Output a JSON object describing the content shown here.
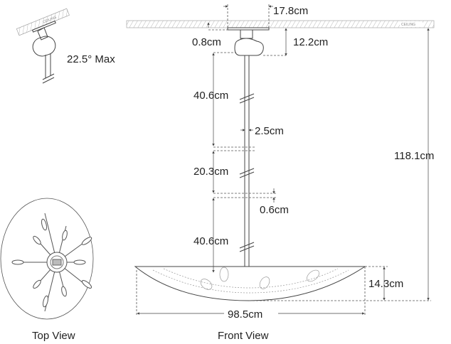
{
  "ceiling_label": "CEILING",
  "tilt_label": "22.5° Max",
  "dimensions": {
    "canopy_width": "17.8cm",
    "canopy_depth": "0.8cm",
    "canopy_height": "12.2cm",
    "stem_upper": "40.6cm",
    "stem_diameter": "2.5cm",
    "stem_middle": "20.3cm",
    "stem_joint": "0.6cm",
    "stem_lower": "40.6cm",
    "overall_height": "118.1cm",
    "bowl_height": "14.3cm",
    "bowl_width": "98.5cm"
  },
  "views": {
    "top": "Top View",
    "front": "Front View"
  }
}
